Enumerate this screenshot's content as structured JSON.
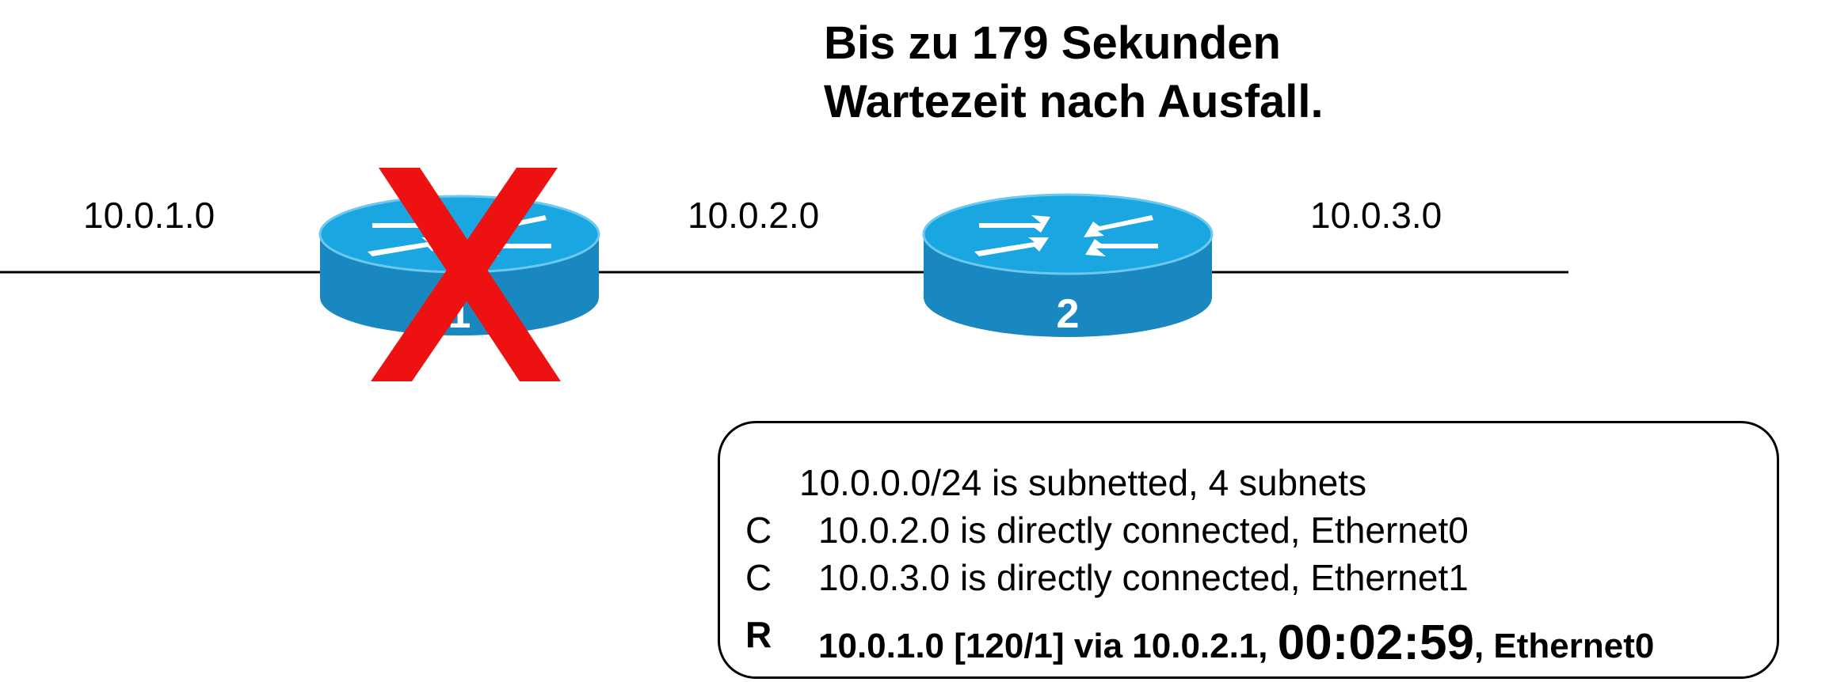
{
  "title": {
    "line1": "Bis zu 179 Sekunden",
    "line2": "Wartezeit nach Ausfall."
  },
  "networks": [
    "10.0.1.0",
    "10.0.2.0",
    "10.0.3.0"
  ],
  "routers": [
    {
      "label": "1",
      "failed": true
    },
    {
      "label": "2",
      "failed": false
    }
  ],
  "routing_table": {
    "header": "10.0.0.0/24 is subnetted, 4 subnets",
    "entries": [
      {
        "code": "C",
        "text": "10.0.2.0 is directly connected, Ethernet0"
      },
      {
        "code": "C",
        "text": "10.0.3.0 is directly connected, Ethernet1"
      },
      {
        "code": "R",
        "prefix": "10.0.1.0 [120/1] via 10.0.2.1,",
        "timer": "00:02:59",
        "suffix": ", Ethernet0"
      }
    ]
  },
  "colors": {
    "router_top": "#1aa6e0",
    "router_side": "#1a88c0",
    "failure_x": "#ee1111"
  }
}
